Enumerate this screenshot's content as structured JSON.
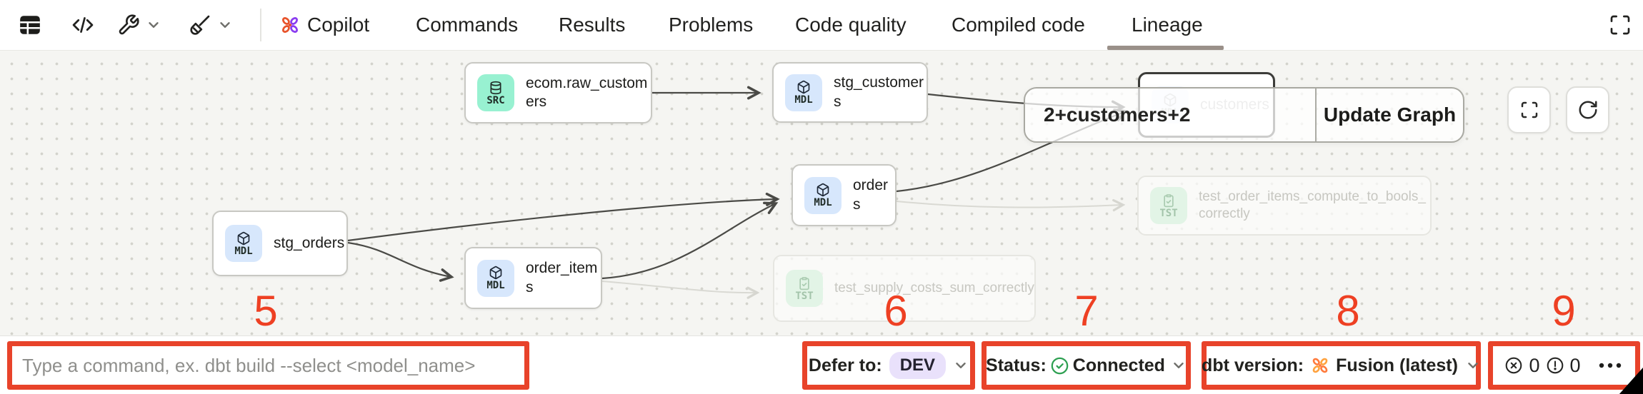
{
  "topbar": {
    "tabs": [
      {
        "label": "Copilot"
      },
      {
        "label": "Commands"
      },
      {
        "label": "Results"
      },
      {
        "label": "Problems"
      },
      {
        "label": "Code quality"
      },
      {
        "label": "Compiled code"
      },
      {
        "label": "Lineage",
        "active": true
      }
    ],
    "icons": [
      "table-icon",
      "code-icon",
      "wrench-icon",
      "broom-icon",
      "fullscreen-icon"
    ]
  },
  "canvas": {
    "nodes": [
      {
        "label": "ecom.raw_customers",
        "badge": "SRC"
      },
      {
        "label": "stg_customers",
        "badge": "MDL"
      },
      {
        "label": "customers",
        "badge": "MDL"
      },
      {
        "label": "orders",
        "badge": "MDL"
      },
      {
        "label": "stg_orders",
        "badge": "MDL"
      },
      {
        "label": "order_items",
        "badge": "MDL"
      },
      {
        "label": "test_order_items_compute_to_bools_correctly",
        "badge": "TST"
      },
      {
        "label": "test_supply_costs_sum_correctly",
        "badge": "TST"
      }
    ],
    "selector": {
      "value": "2+customers+2",
      "button": "Update Graph"
    },
    "annotations": [
      "5",
      "6",
      "7",
      "8",
      "9"
    ]
  },
  "bottombar": {
    "command_placeholder": "Type a command, ex. dbt build --select <model_name>",
    "defer": {
      "label": "Defer to:",
      "value": "DEV"
    },
    "status": {
      "label": "Status:",
      "value": "Connected"
    },
    "version": {
      "label": "dbt version:",
      "value": "Fusion (latest)"
    },
    "counts": {
      "errors": "0",
      "warnings": "0"
    }
  },
  "colors": {
    "annotation_red": "#ee4023",
    "src_badge": "#98f1d1",
    "mdl_badge": "#d7e7fc",
    "tst_badge": "#e2f4e6",
    "status_green": "#2ea052",
    "brand_orange": "#e8542c",
    "brand_purple": "#8b3df0",
    "defer_pill": "#e9e1fb"
  }
}
